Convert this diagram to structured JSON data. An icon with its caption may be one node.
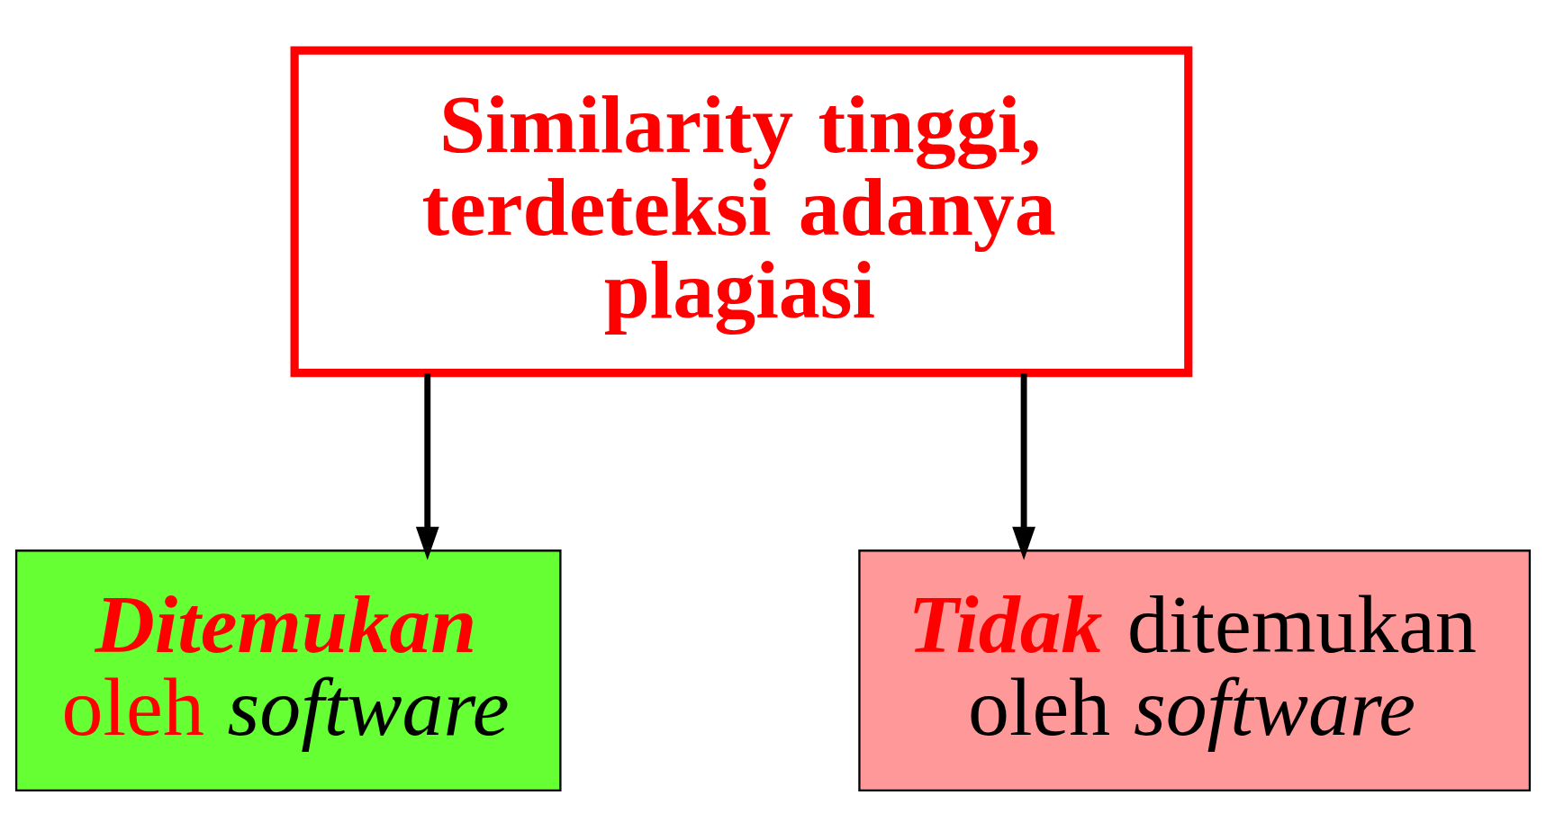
{
  "diagram": {
    "nodes": [
      {
        "text": [
          "Similarity tinggi, terdeteksi adanya plagiasi"
        ]
      },
      {
        "text": [
          "Ditemukan oleh software"
        ]
      },
      {
        "text": [
          "Tidak ditemukan oleh software"
        ]
      }
    ],
    "edges": [
      {
        "from": 0,
        "to": 1,
        "arrow": "to"
      },
      {
        "from": 0,
        "to": 2,
        "arrow": "to"
      }
    ]
  }
}
